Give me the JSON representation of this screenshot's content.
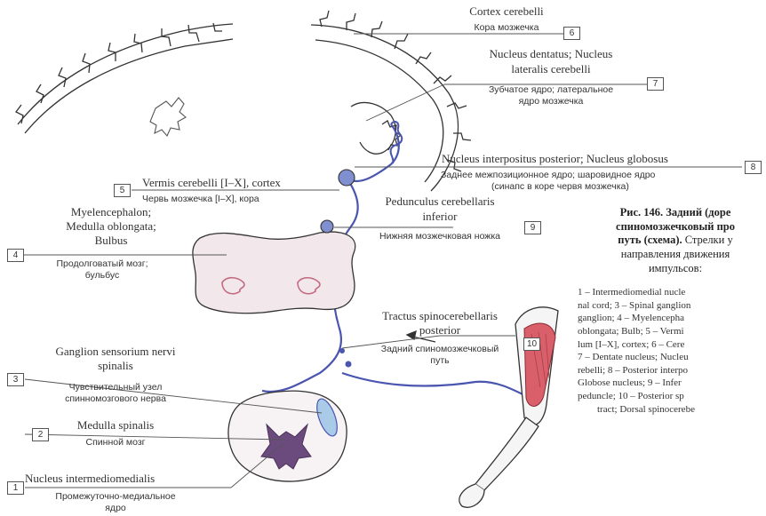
{
  "labels": {
    "n6": {
      "num": "6",
      "lat": "Cortex cerebelli",
      "ru": "Кора мозжечка"
    },
    "n7": {
      "num": "7",
      "lat1": "Nucleus dentatus; Nucleus",
      "lat2": "lateralis cerebelli",
      "ru1": "Зубчатое ядро; латеральное",
      "ru2": "ядро мозжечка"
    },
    "n8": {
      "num": "8",
      "lat": "Nucleus interpositus posterior; Nucleus globosus",
      "ru1": "Заднее межпозиционное ядро; шаровидное ядро",
      "ru2": "(синапс в коре червя мозжечка)"
    },
    "n5": {
      "num": "5",
      "lat": "Vermis cerebelli [I–X], cortex",
      "ru": "Червь мозжечка [I–X], кора"
    },
    "n9": {
      "num": "9",
      "lat1": "Pedunculus cerebellaris",
      "lat2": "inferior",
      "ru": "Нижняя мозжечковая ножка"
    },
    "n4": {
      "num": "4",
      "lat1": "Myelencephalon;",
      "lat2": "Medulla oblongata;",
      "lat3": "Bulbus",
      "ru1": "Продолговатый мозг;",
      "ru2": "бульбус"
    },
    "n10": {
      "num": "10",
      "lat1": "Tractus spinocerebellaris",
      "lat2": "posterior",
      "ru1": "Задний спиномозжечковый",
      "ru2": "путь"
    },
    "n3": {
      "num": "3",
      "lat1": "Ganglion sensorium nervi",
      "lat2": "spinalis",
      "ru1": "Чувствительный узел",
      "ru2": "спинномозгового нерва"
    },
    "n2": {
      "num": "2",
      "lat": "Medulla spinalis",
      "ru": "Спинной мозг"
    },
    "n1": {
      "num": "1",
      "lat": "Nucleus intermediomedialis",
      "ru1": "Промежуточно-медиальное",
      "ru2": "ядро"
    }
  },
  "caption": {
    "line1": "Рис. 146. Задний (доре",
    "line2": "спиномозжечковый про",
    "line3_bold": "путь (схема).",
    "line3_rest": " Стрелки у",
    "line4": "направления движения",
    "line5": "импульсов:"
  },
  "legend": [
    "1 – Intermediomedial nucle",
    "nal cord; 3 – Spinal ganglion",
    "ganglion; 4 – Myelencepha",
    "oblongata; Bulb; 5 – Vermi",
    "lum [I–X], cortex; 6 – Cere",
    "7 – Dentate nucleus; Nucleu",
    "rebelli; 8 – Posterior interpo",
    "Globose nucleus; 9 – Infer",
    "peduncle; 10 – Posterior sp",
    "tract; Dorsal spinocerebe"
  ],
  "colors": {
    "pathway": "#4a55b0",
    "nucleus": "#7f8fd0",
    "muscle": "#d9606a",
    "ganglion": "#a9cbe8",
    "line": "#555555"
  }
}
